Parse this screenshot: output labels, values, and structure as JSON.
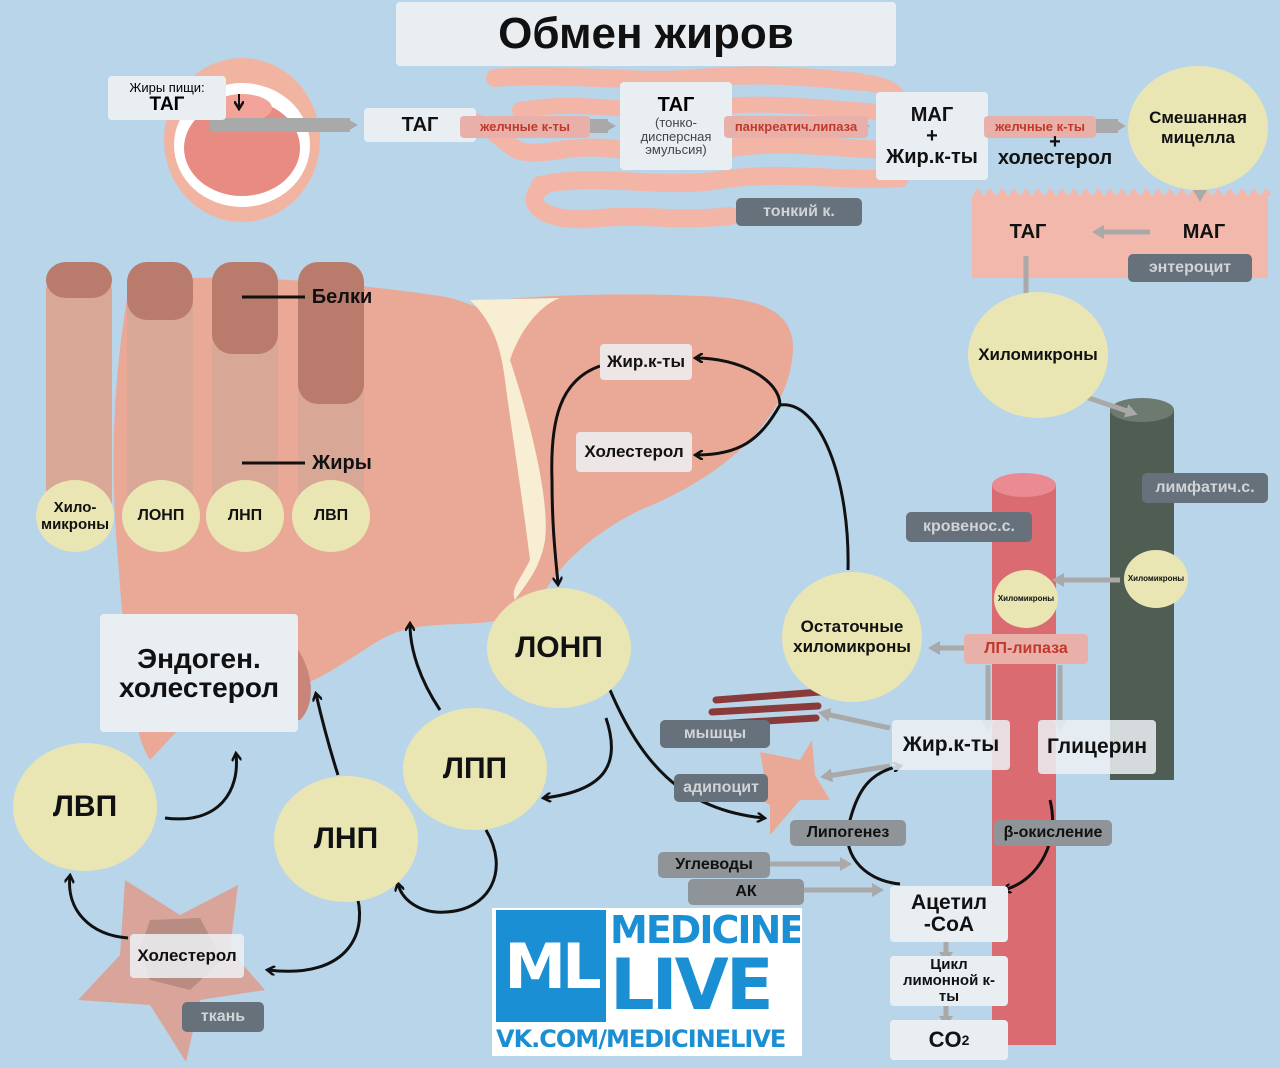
{
  "title": "Обмен жиров",
  "top_flow": {
    "dietary_fats": "Жиры пищи:",
    "tag": "ТАГ",
    "bile_acids": "желчные к-ты",
    "tag_emulsion_title": "ТАГ",
    "tag_emulsion_sub": "(тонко-дисперсная эмульсия)",
    "pancreatic_lipase": "панкреатич.липаза",
    "mag": "МАГ",
    "plus": "+",
    "fatty_acids": "Жир.к-ты",
    "bile_acids_2": "желчные к-ты",
    "cholesterol": "холестерол",
    "mixed_micelle": "Смешанная мицелла",
    "small_intestine": "тонкий к."
  },
  "enterocyte": {
    "tag": "ТАГ",
    "mag": "МАГ",
    "label": "энтероцит"
  },
  "lipoproteins": {
    "proteins": "Белки",
    "fats": "Жиры",
    "chylomicrons": "Хило-микроны",
    "vldl": "ЛОНП",
    "ldl": "ЛНП",
    "hdl": "ЛВП"
  },
  "liver": {
    "fatty_acids": "Жир.к-ты",
    "cholesterol": "Холестерол",
    "endogenous_cholesterol": "Эндоген. холестерол"
  },
  "cycle": {
    "vldl": "ЛОНП",
    "idl": "ЛПП",
    "ldl": "ЛНП",
    "hdl": "ЛВП",
    "tissue_cholesterol": "Холестерол",
    "tissue": "ткань"
  },
  "vessels": {
    "chylomicrons_big": "Хиломикроны",
    "lymphatic": "лимфатич.с.",
    "blood_vessel": "кровенос.с.",
    "chylomicrons_small_1": "Хиломикроны",
    "chylomicrons_small_2": "Хиломикроны",
    "remnant_chylomicrons": "Остаточные хиломикроны",
    "lp_lipase": "ЛП-липаза",
    "fatty_acids": "Жир.к-ты",
    "glycerol": "Глицерин"
  },
  "metabolism": {
    "muscles": "мышцы",
    "adipocyte": "адипоцит",
    "lipogenesis": "Липогенез",
    "beta_oxidation": "β-окисление",
    "carbohydrates": "Углеводы",
    "amino_acids": "АК",
    "acetyl_coa_1": "Ацетил",
    "acetyl_coa_2": "-CoA",
    "citric_cycle": "Цикл лимонной к-ты",
    "co2": "CO",
    "co2_sub": "2"
  },
  "logo": {
    "ml": "ML",
    "medicine": "MEDICINE",
    "live": "LIVE",
    "url": "VK.COM/MEDICINELIVE"
  },
  "colors": {
    "background": "#b9d5ea",
    "intestine": "#f2b5a6",
    "liver": "#e9a996",
    "lipoprotein_circle": "#e9e6b4",
    "lymph_vessel": "#4f5d53",
    "blood_vessel": "#d96b71",
    "logo_blue": "#1b8fd3"
  }
}
